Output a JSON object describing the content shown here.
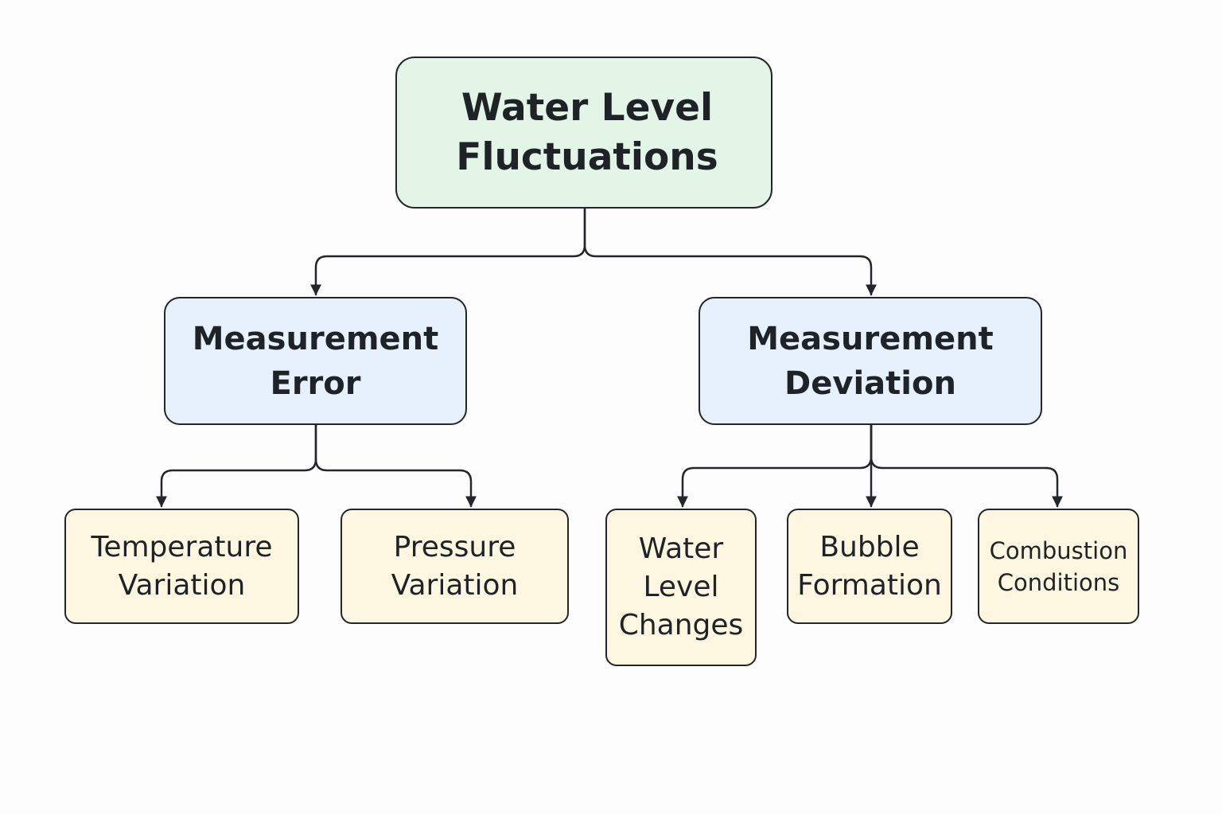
{
  "colors": {
    "root_fill": "#e2f5e6",
    "category_fill": "#e6f1fd",
    "leaf_fill": "#fdf7e2",
    "stroke": "#23272b",
    "text": "#1f2328"
  },
  "root": {
    "label": "Water Level\nFluctuations"
  },
  "categories": [
    {
      "label": "Measurement\nError",
      "children": [
        {
          "label": "Temperature\nVariation"
        },
        {
          "label": "Pressure\nVariation"
        }
      ]
    },
    {
      "label": "Measurement\nDeviation",
      "children": [
        {
          "label": "Water\nLevel\nChanges"
        },
        {
          "label": "Bubble\nFormation"
        },
        {
          "label": "Combustion\nConditions"
        }
      ]
    }
  ]
}
